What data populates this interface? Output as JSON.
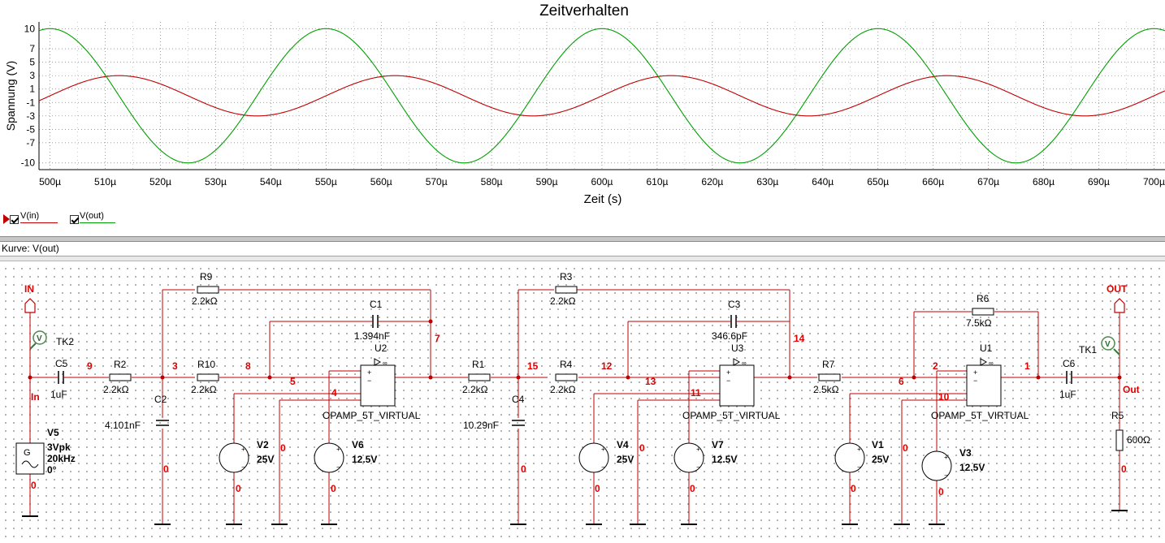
{
  "plot": {
    "title": "Zeitverhalten",
    "xlabel": "Zeit (s)",
    "ylabel": "Spannung (V)"
  },
  "chart_data": {
    "type": "line",
    "title": "Zeitverhalten",
    "xlabel": "Zeit (s)",
    "ylabel": "Spannung (V)",
    "xlim": [
      498,
      702
    ],
    "ylim": [
      -11,
      11
    ],
    "x_unit": "µs",
    "x_ticks": [
      "500µ",
      "510µ",
      "520µ",
      "530µ",
      "540µ",
      "550µ",
      "560µ",
      "570µ",
      "580µ",
      "590µ",
      "600µ",
      "610µ",
      "620µ",
      "630µ",
      "640µ",
      "650µ",
      "660µ",
      "670µ",
      "680µ",
      "690µ",
      "700µ"
    ],
    "x_tick_values": [
      500,
      510,
      520,
      530,
      540,
      550,
      560,
      570,
      580,
      590,
      600,
      610,
      620,
      630,
      640,
      650,
      660,
      670,
      680,
      690,
      700
    ],
    "y_ticks": [
      "10",
      "7",
      "5",
      "3",
      "1",
      "-1",
      "-3",
      "-5",
      "-7",
      "-10"
    ],
    "y_tick_values": [
      10,
      7,
      5,
      3,
      1,
      -1,
      -3,
      -5,
      -7,
      -10
    ],
    "grid": true,
    "series": [
      {
        "name": "V(in)",
        "color": "#c00000",
        "amplitude": 3,
        "frequency_hz": 20000,
        "phase_deg": 0,
        "unit": "V"
      },
      {
        "name": "V(out)",
        "color": "#00a000",
        "amplitude": 10,
        "frequency_hz": 20000,
        "phase_deg": 90,
        "unit": "V"
      }
    ]
  },
  "legend": {
    "items": [
      {
        "label": "V(in)",
        "color": "#c00000"
      },
      {
        "label": "V(out)",
        "color": "#00a000"
      }
    ]
  },
  "status": {
    "curve_label": "Kurve: V(out)"
  },
  "schematic": {
    "wire_color": "#c00000",
    "ports": {
      "in": "IN",
      "out": "OUT",
      "in_net": "In",
      "out_net": "Out"
    },
    "probes": [
      "TK2",
      "TK1"
    ],
    "probe_glyph": "V",
    "components": {
      "R9": "2.2kΩ",
      "R2": "2.2kΩ",
      "R10": "2.2kΩ",
      "C1": "1.394nF",
      "C2": "4.101nF",
      "C5": "1uF",
      "R3": "2.2kΩ",
      "R1": "2.2kΩ",
      "R4": "2.2kΩ",
      "C3": "346.6pF",
      "C4": "10.29nF",
      "R6": "7.5kΩ",
      "R7": "2.5kΩ",
      "C6": "1uF",
      "R5": "600Ω"
    },
    "opamp_type": "OPAMP_5T_VIRTUAL",
    "opamps": [
      "U2",
      "U3",
      "U1"
    ],
    "sources": {
      "V5": [
        "3Vpk",
        "20kHz",
        "0°"
      ],
      "V2": "25V",
      "V6": "12.5V",
      "V4": "25V",
      "V7": "12.5V",
      "V1": "25V",
      "V3": "12.5V"
    },
    "nodes": [
      "9",
      "3",
      "8",
      "5",
      "4",
      "7",
      "15",
      "12",
      "13",
      "11",
      "14",
      "6",
      "2",
      "10",
      "1",
      "0"
    ]
  }
}
